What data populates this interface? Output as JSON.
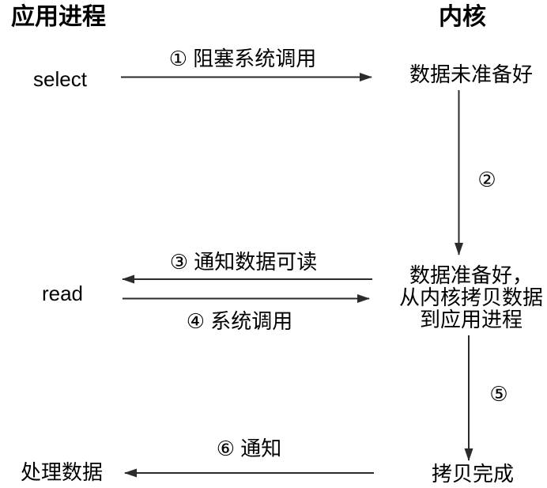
{
  "diagram": {
    "title_left": "应用进程",
    "title_right": "内核",
    "app_states": {
      "select": "select",
      "read": "read",
      "process_data": "处理数据"
    },
    "kernel_states": {
      "not_ready": "数据未准备好",
      "ready_line1": "数据准备好，",
      "ready_line2": "从内核拷贝数据",
      "ready_line3": "到应用进程",
      "copy_done": "拷贝完成"
    },
    "steps": {
      "s1": "① 阻塞系统调用",
      "s2": "②",
      "s3": "③ 通知数据可读",
      "s4": "④ 系统调用",
      "s5": "⑤",
      "s6": "⑥ 通知"
    },
    "arrows": [
      {
        "step": 1,
        "from": "select",
        "to": "数据未准备好",
        "direction": "right"
      },
      {
        "step": 2,
        "from": "数据未准备好",
        "to": "数据准备好",
        "direction": "down"
      },
      {
        "step": 3,
        "from": "数据准备好",
        "to": "read",
        "direction": "left"
      },
      {
        "step": 4,
        "from": "read",
        "to": "数据准备好",
        "direction": "right"
      },
      {
        "step": 5,
        "from": "到应用进程",
        "to": "拷贝完成",
        "direction": "down"
      },
      {
        "step": 6,
        "from": "拷贝完成",
        "to": "处理数据",
        "direction": "left"
      }
    ],
    "colors": {
      "background": "#ffffff",
      "text": "#000000",
      "line": "#2b2b2b"
    }
  }
}
